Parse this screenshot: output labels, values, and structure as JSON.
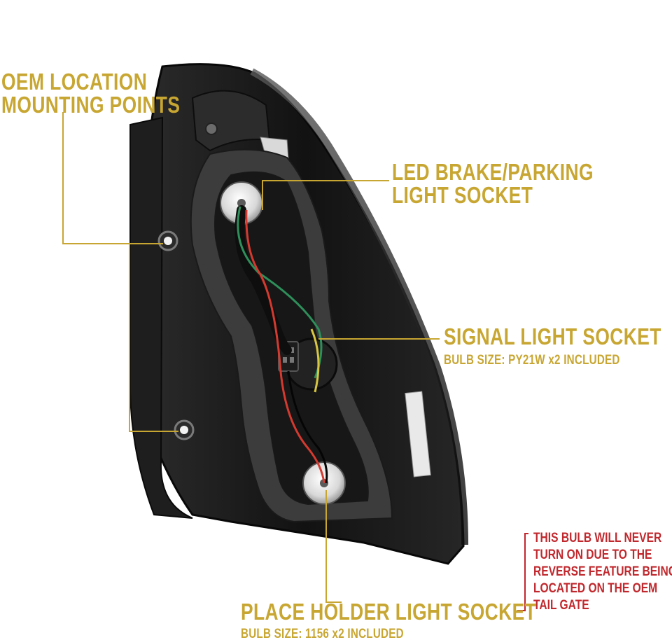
{
  "colors": {
    "label_gold": "#C8A632",
    "warning_red": "#C0282D",
    "housing_black": "#1a1a1a",
    "gasket_gray": "#3a3a3a"
  },
  "callouts": {
    "oem_mounting": {
      "line1": "OEM LOCATION",
      "line2": "MOUNTING POINTS"
    },
    "brake_parking": {
      "line1": "LED BRAKE/PARKING",
      "line2": "LIGHT SOCKET"
    },
    "signal": {
      "title": "SIGNAL LIGHT SOCKET",
      "bulb": "BULB SIZE: PY21W x2 INCLUDED"
    },
    "place_holder": {
      "title": "PLACE HOLDER LIGHT SOCKET",
      "bulb": "BULB SIZE: 1156 x2 INCLUDED"
    }
  },
  "warning": {
    "lines": [
      "THIS BULB WILL NEVER",
      "TURN ON DUE TO THE",
      "REVERSE FEATURE BEING",
      "LOCATED ON THE OEM",
      "TAIL GATE"
    ]
  }
}
